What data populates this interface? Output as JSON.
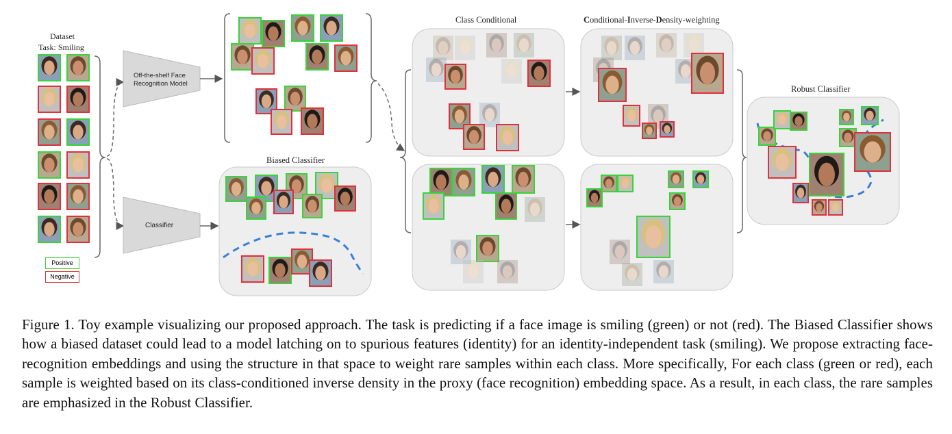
{
  "dataset": {
    "title": "Dataset",
    "task": "Task: Smiling"
  },
  "legend": {
    "positive": "Positive",
    "negative": "Negative"
  },
  "models": {
    "face_recognition": [
      "Off-the-shelf Face",
      "Recognition Model"
    ],
    "classifier": "Classifier"
  },
  "panels": {
    "biased": "Biased Classifier",
    "class_conditional": "Class Conditional",
    "cidw": [
      "C",
      "onditional-",
      "I",
      "nverse-",
      "D",
      "ensity-weighting"
    ],
    "robust": "Robust Classifier"
  },
  "caption": "Figure 1. Toy example visualizing our proposed approach. The task is predicting if a face image is smiling (green) or not (red). The Biased Classifier shows how a biased dataset could lead to a model latching on to spurious features (identity) for an identity-independent task (smiling). We propose extracting face-recognition embeddings and using the structure in that space to weight rare samples within each class. More specifically, For each class (green or red), each sample is weighted based on its class-conditioned inverse density in the proxy (face recognition) embedding space. As a result, in each class, the rare samples are emphasized in the Robust Classifier.",
  "colors": {
    "positive": "#38d43a",
    "negative": "#e0303a",
    "panel": "#eeeeee",
    "boundary": "#3a7fd6"
  }
}
